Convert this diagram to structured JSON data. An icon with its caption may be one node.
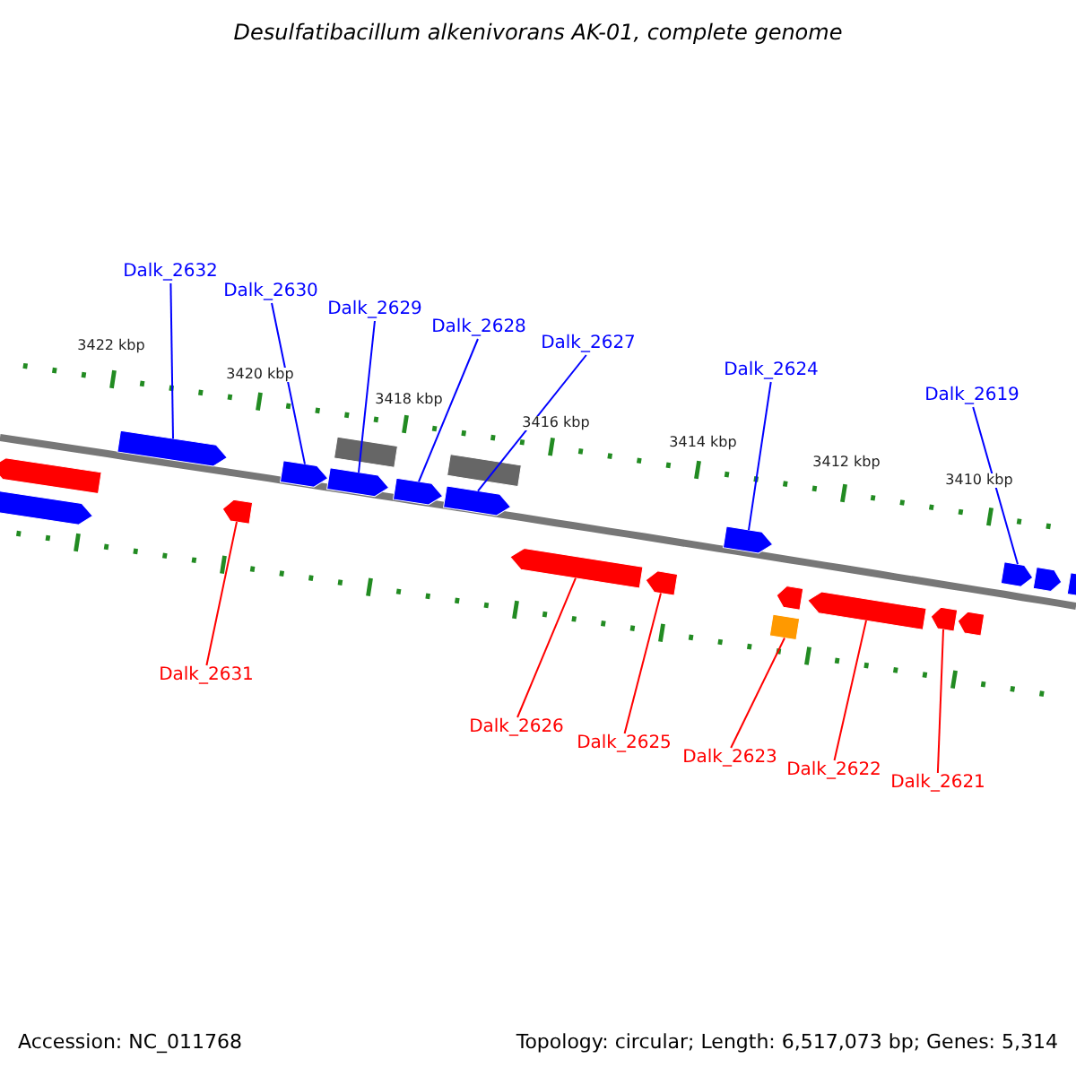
{
  "diagram": {
    "title": "Desulfatibacillum alkenivorans AK-01, complete genome",
    "nodes": [
      {
        "text": [
          "Dalk_2632"
        ]
      },
      {
        "text": [
          "Dalk_2630"
        ]
      },
      {
        "text": [
          "Dalk_2629"
        ]
      },
      {
        "text": [
          "Dalk_2628"
        ]
      },
      {
        "text": [
          "Dalk_2627"
        ]
      },
      {
        "text": [
          "Dalk_2624"
        ]
      },
      {
        "text": [
          "Dalk_2619"
        ]
      },
      {
        "text": [
          "Dalk_2631"
        ]
      },
      {
        "text": [
          "Dalk_2626"
        ]
      },
      {
        "text": [
          "Dalk_2625"
        ]
      },
      {
        "text": [
          "Dalk_2623"
        ]
      },
      {
        "text": [
          "Dalk_2622"
        ]
      },
      {
        "text": [
          "Dalk_2621"
        ]
      },
      {
        "text": [],
        "shape": "arrow"
      },
      {
        "text": [],
        "shape": "arrow"
      },
      {
        "text": [],
        "shape": "arrow"
      },
      {
        "text": [],
        "shape": "arrow"
      },
      {
        "text": [],
        "shape": "arrow"
      },
      {
        "text": [],
        "shape": "arrow"
      },
      {
        "text": [],
        "shape": "box"
      },
      {
        "text": [],
        "shape": "arrow"
      },
      {
        "text": [],
        "shape": "arrow"
      },
      {
        "text": [],
        "shape": "box"
      },
      {
        "text": [],
        "shape": "arrow"
      },
      {
        "text": [],
        "shape": "arrow"
      },
      {
        "text": [],
        "shape": "arrow"
      },
      {
        "text": [],
        "shape": "box"
      },
      {
        "text": [],
        "shape": "arrow"
      },
      {
        "text": [],
        "shape": "arrow"
      },
      {
        "text": [],
        "shape": "arrow"
      },
      {
        "text": [],
        "shape": "arrow"
      },
      {
        "text": [],
        "shape": "arrow"
      },
      {
        "text": [],
        "shape": "arrow"
      },
      {
        "text": [],
        "shape": "arrow"
      }
    ],
    "edges": [
      {
        "from": 0,
        "to": 15,
        "arrow": "none"
      },
      {
        "from": 1,
        "to": 17,
        "arrow": "none"
      },
      {
        "from": 2,
        "to": 18,
        "arrow": "none"
      },
      {
        "from": 3,
        "to": 20,
        "arrow": "none"
      },
      {
        "from": 4,
        "to": 21,
        "arrow": "none"
      },
      {
        "from": 5,
        "to": 25,
        "arrow": "none"
      },
      {
        "from": 6,
        "to": 31,
        "arrow": "none"
      },
      {
        "from": 7,
        "to": 16,
        "arrow": "none",
        "color": "#ff0000"
      },
      {
        "from": 8,
        "to": 23,
        "arrow": "none",
        "color": "#ff0000"
      },
      {
        "from": 9,
        "to": 24,
        "arrow": "none",
        "color": "#ff0000"
      },
      {
        "from": 10,
        "to": 26,
        "arrow": "none",
        "color": "#ff0000"
      },
      {
        "from": 11,
        "to": 28,
        "arrow": "none",
        "color": "#ff0000"
      },
      {
        "from": 12,
        "to": 29,
        "arrow": "none",
        "color": "#ff0000"
      }
    ],
    "labels": [
      "3422 kbp",
      "3420 kbp",
      "3418 kbp",
      "3416 kbp",
      "3414 kbp",
      "3412 kbp",
      "3410 kbp",
      "Accession: NC_011768",
      "Topology: circular; Length: 6,517,073 bp; Genes: 5,314"
    ]
  }
}
